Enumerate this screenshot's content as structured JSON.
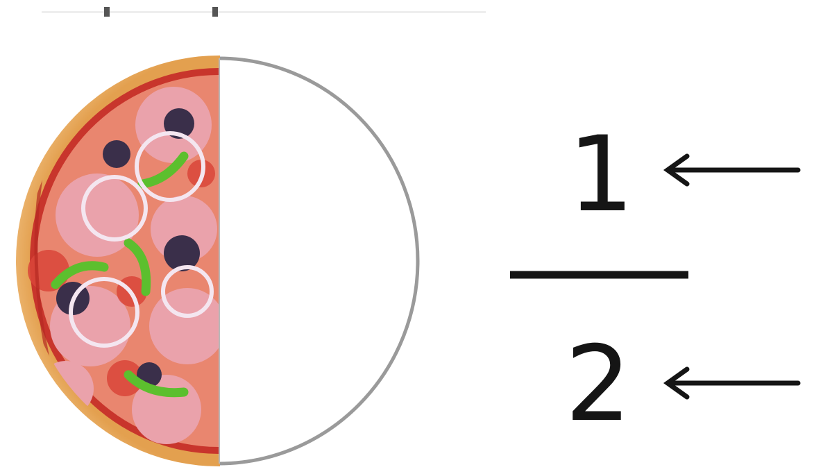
{
  "fraction": {
    "numerator": "1",
    "denominator": "2"
  },
  "pizza": {
    "total_parts": 2,
    "shaded_parts": 1
  },
  "colors": {
    "ink": "#151515",
    "outline": "#9a9a9a",
    "crust": "#e3a04f",
    "sauce": "#d9453a",
    "topping_meat": "#e8a0a8",
    "topping_olive": "#3a2f4a",
    "topping_pepper": "#5cbf2e",
    "topping_onion": "#f4e6f0"
  }
}
